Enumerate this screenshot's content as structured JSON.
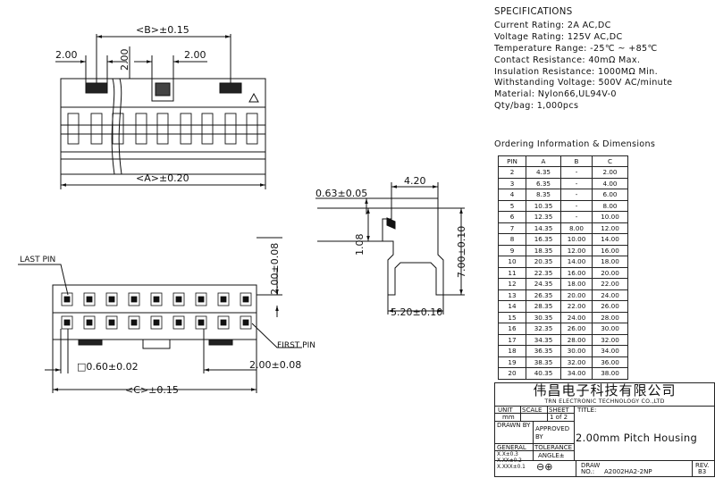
{
  "specs": {
    "heading": "SPECIFICATIONS",
    "lines": [
      "Current Rating: 2A AC,DC",
      "Voltage Rating: 125V AC,DC",
      "Temperature Range: -25℃ ~ +85℃",
      "Contact Resistance: 40mΩ Max.",
      "Insulation Resistance: 1000MΩ Min.",
      "Withstanding Voltage: 500V AC/minute",
      "Material: Nylon66,UL94V-0",
      "Qty/bag: 1,000pcs"
    ]
  },
  "ordering": {
    "title": "Ordering Information & Dimensions",
    "headers": [
      "PIN",
      "A",
      "B",
      "C"
    ],
    "rows": [
      [
        "2",
        "4.35",
        "-",
        "2.00"
      ],
      [
        "3",
        "6.35",
        "-",
        "4.00"
      ],
      [
        "4",
        "8.35",
        "-",
        "6.00"
      ],
      [
        "5",
        "10.35",
        "-",
        "8.00"
      ],
      [
        "6",
        "12.35",
        "-",
        "10.00"
      ],
      [
        "7",
        "14.35",
        "8.00",
        "12.00"
      ],
      [
        "8",
        "16.35",
        "10.00",
        "14.00"
      ],
      [
        "9",
        "18.35",
        "12.00",
        "16.00"
      ],
      [
        "10",
        "20.35",
        "14.00",
        "18.00"
      ],
      [
        "11",
        "22.35",
        "16.00",
        "20.00"
      ],
      [
        "12",
        "24.35",
        "18.00",
        "22.00"
      ],
      [
        "13",
        "26.35",
        "20.00",
        "24.00"
      ],
      [
        "14",
        "28.35",
        "22.00",
        "26.00"
      ],
      [
        "15",
        "30.35",
        "24.00",
        "28.00"
      ],
      [
        "16",
        "32.35",
        "26.00",
        "30.00"
      ],
      [
        "17",
        "34.35",
        "28.00",
        "32.00"
      ],
      [
        "18",
        "36.35",
        "30.00",
        "34.00"
      ],
      [
        "19",
        "38.35",
        "32.00",
        "36.00"
      ],
      [
        "20",
        "40.35",
        "34.00",
        "38.00"
      ]
    ]
  },
  "title_block": {
    "company_cn": "伟昌电子科技有限公司",
    "company_en": "TRN ELECTRONIC TECHNOLOGY CO.,LTD",
    "unit_label": "UNIT",
    "unit_value": "mm",
    "scale_label": "SCALE",
    "sheet_label": "SHEET",
    "sheet_value": "1 of 2",
    "title_label": "TITLE:",
    "drawn_by": "DRAWN BY",
    "approved_by": "APPROVED BY",
    "part_title": "2.00mm Pitch Housing",
    "general": "GENERAL",
    "tolerance": "TOLERANCE",
    "tol1": "X.X±0.3",
    "tol2": "X.XX±0.2",
    "tol3": "X.XXX±0.1",
    "angle": "ANGLE±",
    "draw_label": "DRAW",
    "no_label": "NO.:",
    "draw_no": "A2002HA2-2NP",
    "rev_label": "REV.",
    "rev_value": "B3"
  },
  "dims": {
    "b_tol": "<B>±0.15",
    "pitch_left": "2.00",
    "pitch_vertical": "2.00",
    "pitch_right": "2.00",
    "a_tol": "<A>±0.20",
    "thick": "0.63±0.05",
    "width_top": "4.20",
    "h_small": "1.08",
    "h_total": "7.00±0.10",
    "w_bottom": "5.20±0.10",
    "last_pin": "LAST PIN",
    "first_pin": "FIRST PIN",
    "row_pitch": "2.00±0.08",
    "pin_sq": "□0.60±0.02",
    "pitch_bottom": "2.00±0.08",
    "c_tol": "<C>±0.15"
  }
}
